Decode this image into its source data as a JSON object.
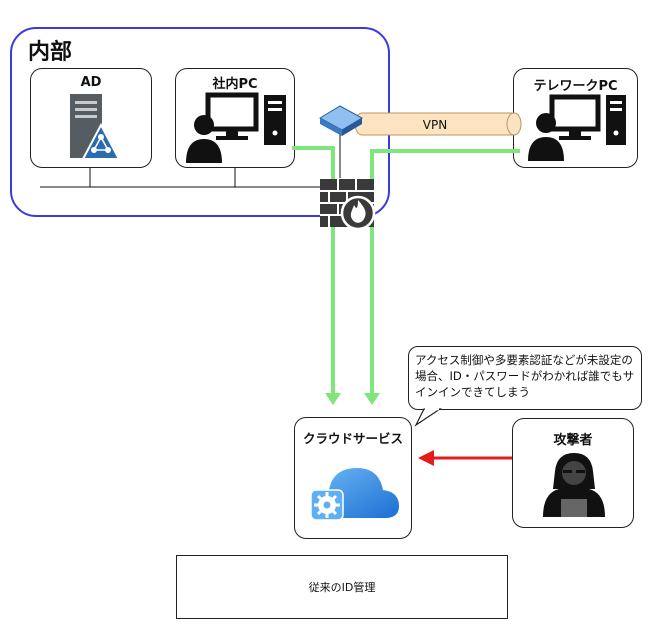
{
  "internal": {
    "label": "内部"
  },
  "ad": {
    "label": "AD"
  },
  "office_pc": {
    "label": "社内PC"
  },
  "telework_pc": {
    "label": "テレワークPC"
  },
  "vpn": {
    "label": "VPN"
  },
  "cloud": {
    "label": "クラウドサービス"
  },
  "attacker": {
    "label": "攻撃者"
  },
  "callout": {
    "text": "アクセス制御や多要素認証などが未設定の場合、ID・パスワードがわかれば誰でもサインインできてしまう"
  },
  "caption": {
    "text": "従来のID管理"
  },
  "colors": {
    "accent_blue": "#3a3ae0",
    "safe_green": "#7ee67a",
    "danger_red": "#e21b1b",
    "tunnel": "#fde3bf"
  }
}
